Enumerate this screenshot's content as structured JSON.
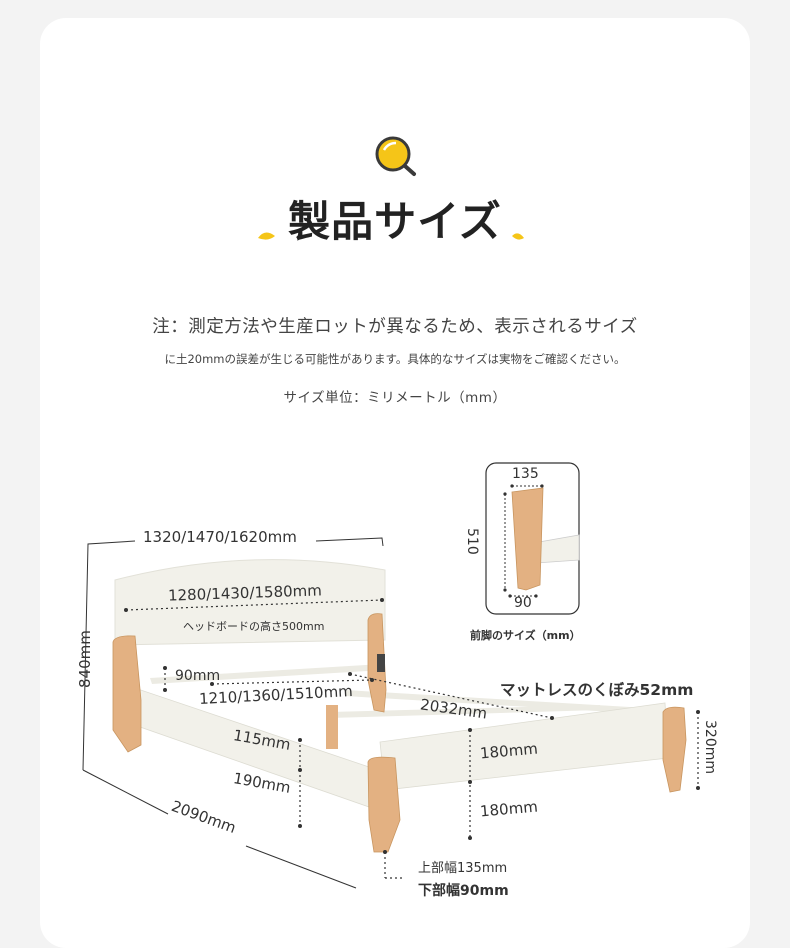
{
  "header": {
    "title": "製品サイズ",
    "icon": "magnifier-icon",
    "accent_color": "#f5c518"
  },
  "notes": {
    "line1": "注：測定方法や生産ロットが異なるため、表示されるサイズ",
    "line2": "に土20mmの誤差が生じる可能性があります。具体的なサイズは実物をご確認ください。",
    "unit": "サイズ単位：ミリメートル（mm）"
  },
  "front_leg": {
    "top_width": "135",
    "height": "510",
    "bottom_width": "90",
    "caption": "前脚のサイズ（mm）"
  },
  "bed": {
    "outer_width": "1320/1470/1620mm",
    "headboard_width": "1280/1430/1580mm",
    "headboard_height": "ヘッドボードの高さ500mm",
    "total_height": "840mm",
    "gap_height": "90mm",
    "inner_width": "1210/1360/1510mm",
    "inner_length": "2032mm",
    "mattress_recess": "マットレスのくぼみ52mm",
    "footboard_height": "320mm",
    "side_rail_height": "115mm",
    "under_clearance": "190mm",
    "footboard_panel": "180mm",
    "foot_clearance": "180mm",
    "total_length": "2090mm",
    "leg_top_width": "上部幅135mm",
    "leg_bottom_width": "下部幅90mm"
  },
  "colors": {
    "frame_white": "#f2f1ea",
    "wood": "#e3b182"
  }
}
